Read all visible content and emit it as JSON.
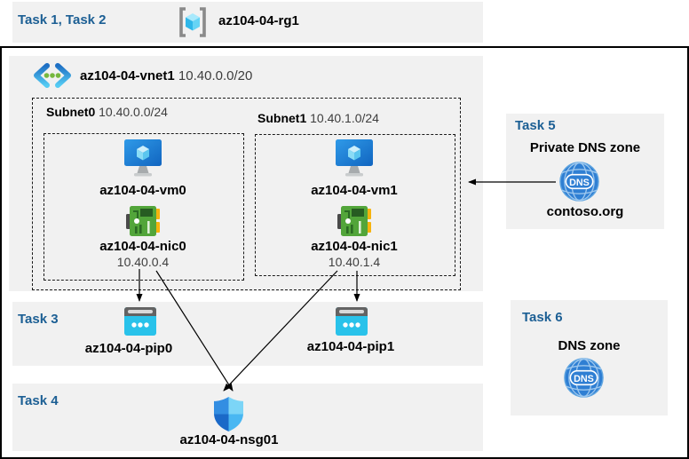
{
  "colors": {
    "task_label": "#1c5f94",
    "panel_gray": "#f1f1f1",
    "border_black": "#000000",
    "dns_blue": "#2f7fd3",
    "pip_cyan": "#29c2ea",
    "nic_green": "#52a53a",
    "vm_blue": "#1a74cf"
  },
  "header": {
    "tasks_label": "Task 1, Task 2",
    "resource_group": "az104-04-rg1"
  },
  "vnet": {
    "name": "az104-04-vnet1",
    "cidr": "10.40.0.0/20",
    "subnets": [
      {
        "name": "Subnet0",
        "cidr": "10.40.0.0/24",
        "vm": "az104-04-vm0",
        "nic": "az104-04-nic0",
        "ip": "10.40.0.4"
      },
      {
        "name": "Subnet1",
        "cidr": "10.40.1.0/24",
        "vm": "az104-04-vm1",
        "nic": "az104-04-nic1",
        "ip": "10.40.1.4"
      }
    ]
  },
  "task3": {
    "label": "Task 3",
    "pip0": "az104-04-pip0",
    "pip1": "az104-04-pip1"
  },
  "task4": {
    "label": "Task 4",
    "nsg": "az104-04-nsg01"
  },
  "task5": {
    "label": "Task 5",
    "title": "Private DNS zone",
    "zone": "contoso.org",
    "dns_icon_text": "DNS"
  },
  "task6": {
    "label": "Task 6",
    "title": "DNS zone",
    "dns_icon_text": "DNS"
  }
}
